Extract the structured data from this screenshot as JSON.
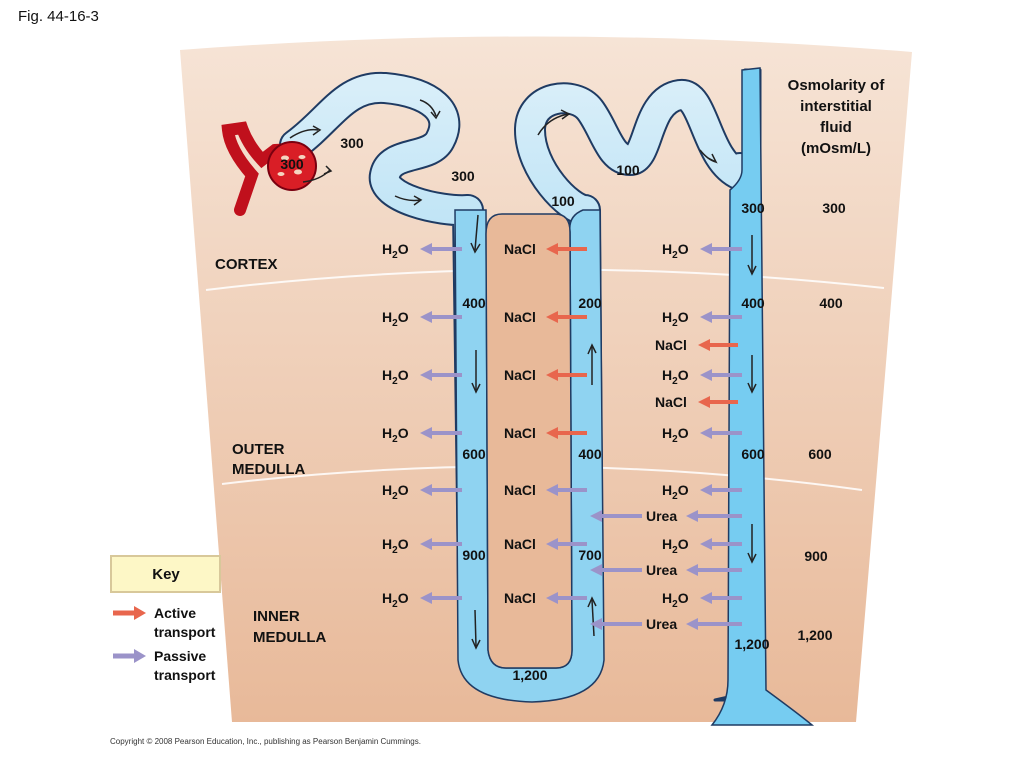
{
  "figure_label": "Fig. 44-16-3",
  "copyright": "Copyright © 2008 Pearson Education, Inc., publishing as Pearson Benjamin Cummings.",
  "header": [
    "Osmolarity of",
    "interstitial",
    "fluid",
    "(mOsm/L)"
  ],
  "regions": {
    "cortex": [
      "CORTEX"
    ],
    "outer_medulla": [
      "OUTER",
      "MEDULLA"
    ],
    "inner_medulla": [
      "INNER",
      "MEDULLA"
    ]
  },
  "interstitial_scale": [
    "300",
    "400",
    "600",
    "900",
    "1,200"
  ],
  "tubule_values": {
    "glomerulus": "300",
    "bowman": "300",
    "proximal": "300",
    "descending": [
      "400",
      "600",
      "900"
    ],
    "loop_bottom": "1,200",
    "ascending": [
      "100",
      "200",
      "400",
      "700"
    ],
    "distal": "100",
    "collecting": [
      "300",
      "400",
      "600",
      "1,200"
    ]
  },
  "labels": {
    "water": "H",
    "water_sub": "2",
    "water_end": "O",
    "nacl": "NaCl",
    "urea": "Urea"
  },
  "key": {
    "title": "Key",
    "active": [
      "Active",
      "transport"
    ],
    "passive": [
      "Passive",
      "transport"
    ]
  },
  "colors": {
    "active": "#e8664d",
    "passive": "#9b93c9",
    "tubule": "#8fd0ef",
    "tissue": "#efcdb5",
    "key_bg": "#fdf7c6"
  }
}
